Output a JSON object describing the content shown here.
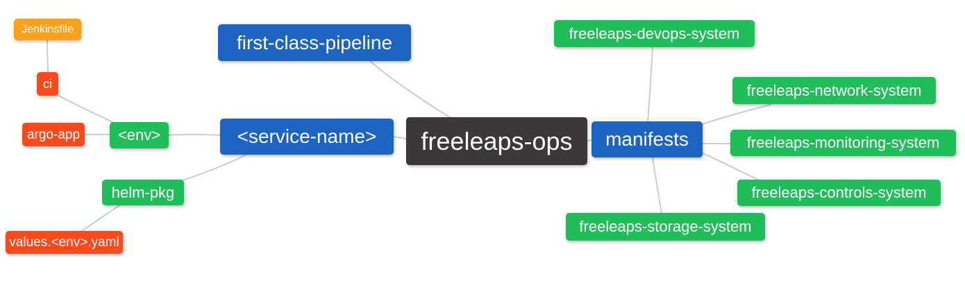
{
  "palette": {
    "root_dark": "#3c3838",
    "level1_blue": "#1d64c2",
    "level2_green": "#21bd5b",
    "level3_red": "#fa4a1c",
    "level4_orange": "#f9a11d",
    "connector_gray": "#cccccc",
    "text_white": "#ffffff",
    "background": "#ffffff"
  },
  "nodes": {
    "root": {
      "label": "freeleaps-ops",
      "level": 0
    },
    "pipeline": {
      "label": "first-class-pipeline",
      "level": 1
    },
    "service": {
      "label": "<service-name>",
      "level": 1
    },
    "manifests": {
      "label": "manifests",
      "level": 1
    },
    "env": {
      "label": "<env>",
      "level": 2
    },
    "helm_pkg": {
      "label": "helm-pkg",
      "level": 2
    },
    "ci": {
      "label": "ci",
      "level": 3
    },
    "argo_app": {
      "label": "argo-app",
      "level": 3
    },
    "values_yaml": {
      "label": "values.<env>.yaml",
      "level": 3
    },
    "jenkinsfile": {
      "label": "Jenkinsfile",
      "level": 4
    },
    "devops": {
      "label": "freeleaps-devops-system",
      "level": 2
    },
    "network": {
      "label": "freeleaps-network-system",
      "level": 2
    },
    "monitoring": {
      "label": "freeleaps-monitoring-system",
      "level": 2
    },
    "controls": {
      "label": "freeleaps-controls-system",
      "level": 2
    },
    "storage": {
      "label": "freeleaps-storage-system",
      "level": 2
    }
  },
  "edges": [
    [
      "root",
      "pipeline"
    ],
    [
      "root",
      "service"
    ],
    [
      "root",
      "manifests"
    ],
    [
      "service",
      "env"
    ],
    [
      "service",
      "helm_pkg"
    ],
    [
      "env",
      "ci"
    ],
    [
      "env",
      "argo_app"
    ],
    [
      "ci",
      "jenkinsfile"
    ],
    [
      "helm_pkg",
      "values_yaml"
    ],
    [
      "manifests",
      "devops"
    ],
    [
      "manifests",
      "network"
    ],
    [
      "manifests",
      "monitoring"
    ],
    [
      "manifests",
      "controls"
    ],
    [
      "manifests",
      "storage"
    ]
  ]
}
